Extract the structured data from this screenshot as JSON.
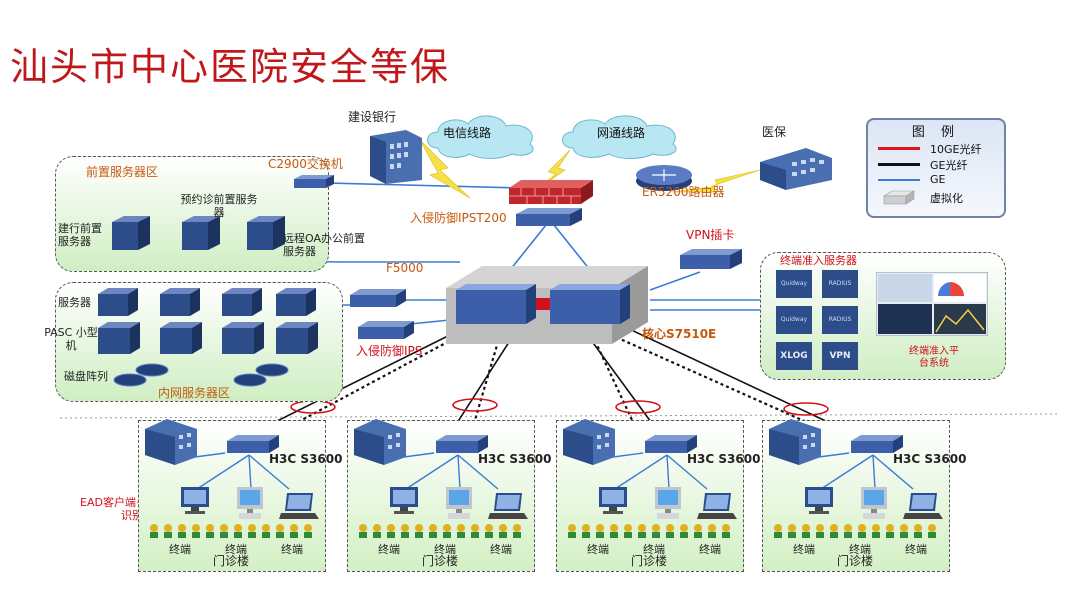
{
  "title": "汕头市中心医院安全等保",
  "legend": {
    "heading": "图 例",
    "items": [
      {
        "label": "10GE光纤",
        "color": "#e0151b"
      },
      {
        "label": "GE光纤",
        "color": "#111111"
      },
      {
        "label": "GE",
        "color": "#3a7bd5"
      },
      {
        "label": "虚拟化",
        "color": "#888888"
      }
    ]
  },
  "top": {
    "bank": "建设银行",
    "cloud_telecom": "电信线路",
    "cloud_unicom": "网通线路",
    "insurance": "医保",
    "router": "ER5200路由器",
    "ips_top": "入侵防御IPST200",
    "switch_c2900": "C2900交换机"
  },
  "front_zone": {
    "title": "前置服务器区",
    "servers": [
      "建行前置服务器",
      "预约诊前置服务器",
      "远程OA办公前置服务器"
    ]
  },
  "inner_zone": {
    "title": "内网服务器区",
    "labels": [
      "服务器",
      "PASC 小型机",
      "磁盘阵列"
    ]
  },
  "core": {
    "f5000": "F5000",
    "ips": "入侵防御IPS",
    "core": "核心S7510E",
    "vpn": "VPN插卡"
  },
  "access_zone": {
    "title": "终端准入服务器",
    "platform": "终端准入平台系统",
    "tiles": [
      "Quidway",
      "RADIUS",
      "Quidway",
      "RADIUS",
      "XLOG",
      "VPN"
    ]
  },
  "ead_label": "EAD客户端+EIP终端识别",
  "floors": [
    {
      "switch": "H3C S3600",
      "building": "门诊楼",
      "terminals": [
        "终端",
        "终端",
        "终端"
      ]
    },
    {
      "switch": "H3C S3600",
      "building": "门诊楼",
      "terminals": [
        "终端",
        "终端",
        "终端"
      ]
    },
    {
      "switch": "H3C S3600",
      "building": "门诊楼",
      "terminals": [
        "终端",
        "终端",
        "终端"
      ]
    },
    {
      "switch": "H3C S3600",
      "building": "门诊楼",
      "terminals": [
        "终端",
        "终端",
        "终端"
      ]
    }
  ]
}
